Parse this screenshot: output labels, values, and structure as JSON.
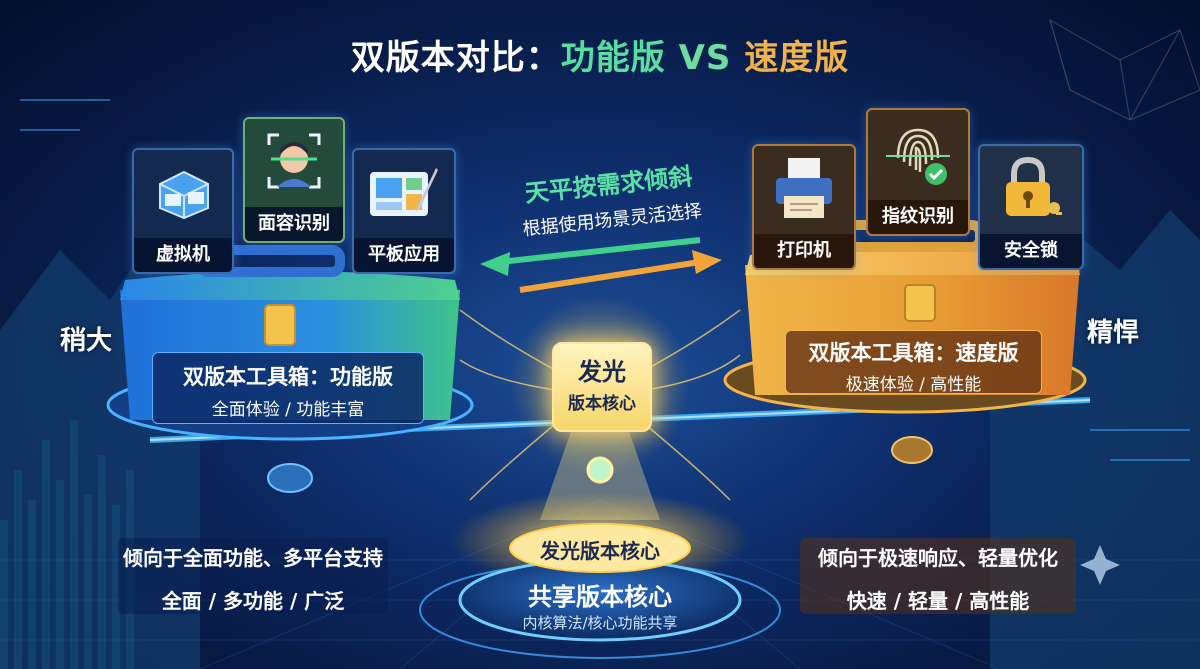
{
  "title": {
    "part1": "双版本对比：",
    "part2": "功能版",
    "part3": " VS ",
    "part4": "速度版"
  },
  "center_note": {
    "headline": "天平按需求倾斜",
    "sub": "根据使用场景灵活选择"
  },
  "left": {
    "side_label": "稍大",
    "box_title": "双版本工具箱：功能版",
    "box_sub": "全面体验 / 功能丰富",
    "tiles": [
      {
        "label": "虚拟机",
        "icon": "virtual-machine-icon"
      },
      {
        "label": "面容识别",
        "icon": "face-recognition-icon"
      },
      {
        "label": "平板应用",
        "icon": "tablet-app-icon"
      }
    ],
    "bottom_line1": "倾向于全面功能、多平台支持",
    "bottom_line2": "全面 / 多功能 / 广泛"
  },
  "right": {
    "side_label": "精悍",
    "box_title": "双版本工具箱：速度版",
    "box_sub": "极速体验 / 高性能",
    "tiles": [
      {
        "label": "打印机",
        "icon": "printer-icon"
      },
      {
        "label": "指纹识别",
        "icon": "fingerprint-icon"
      },
      {
        "label": "安全锁",
        "icon": "padlock-icon"
      }
    ],
    "bottom_line1": "倾向于极速响应、轻量优化",
    "bottom_line2": "快速 / 轻量 / 高性能"
  },
  "core": {
    "chip_line1": "发光",
    "chip_line2": "版本核心",
    "base_label": "发光版本核心",
    "base_title": "共享版本核心",
    "base_sub": "内核算法/核心功能共享"
  },
  "colors": {
    "accent_green": "#56e0a0",
    "accent_orange": "#f3b24a",
    "blue_box": "#2f7be0",
    "orange_box": "#e59a2e"
  }
}
